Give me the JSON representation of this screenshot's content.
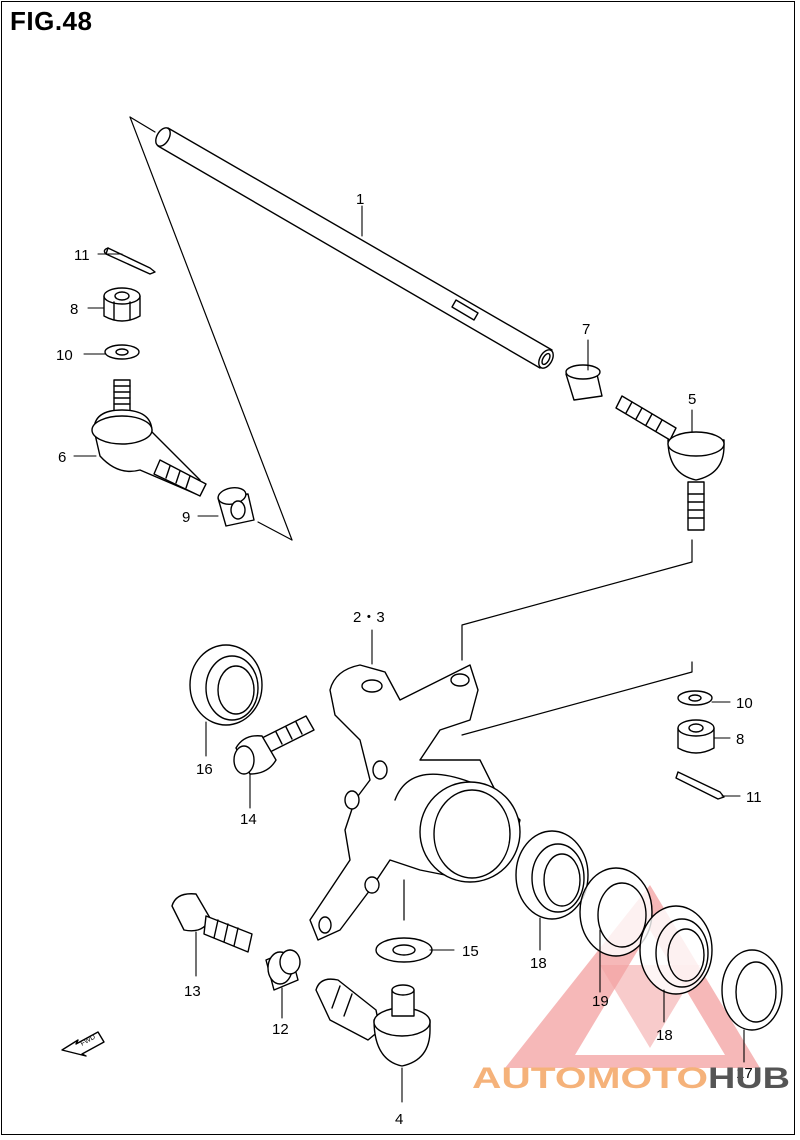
{
  "figure": {
    "title": "FIG.48"
  },
  "callouts": [
    {
      "id": "1",
      "label": "1"
    },
    {
      "id": "23",
      "label": "2・3"
    },
    {
      "id": "4",
      "label": "4"
    },
    {
      "id": "5",
      "label": "5"
    },
    {
      "id": "6",
      "label": "6"
    },
    {
      "id": "7",
      "label": "7"
    },
    {
      "id": "8a",
      "label": "8"
    },
    {
      "id": "8b",
      "label": "8"
    },
    {
      "id": "9",
      "label": "9"
    },
    {
      "id": "10a",
      "label": "10"
    },
    {
      "id": "10b",
      "label": "10"
    },
    {
      "id": "11a",
      "label": "11"
    },
    {
      "id": "11b",
      "label": "11"
    },
    {
      "id": "12",
      "label": "12"
    },
    {
      "id": "13",
      "label": "13"
    },
    {
      "id": "14",
      "label": "14"
    },
    {
      "id": "15",
      "label": "15"
    },
    {
      "id": "16",
      "label": "16"
    },
    {
      "id": "17",
      "label": "17"
    },
    {
      "id": "18a",
      "label": "18"
    },
    {
      "id": "18b",
      "label": "18"
    },
    {
      "id": "19",
      "label": "19"
    }
  ],
  "direction_arrow": {
    "label": "FWD",
    "icon": "fwd-arrow-icon"
  },
  "watermark": {
    "text_a": "AUTOMOTO",
    "text_b": "HUB",
    "color_a": "#f5b27a",
    "color_b": "#555555",
    "logo_color": "#f08a8a"
  }
}
